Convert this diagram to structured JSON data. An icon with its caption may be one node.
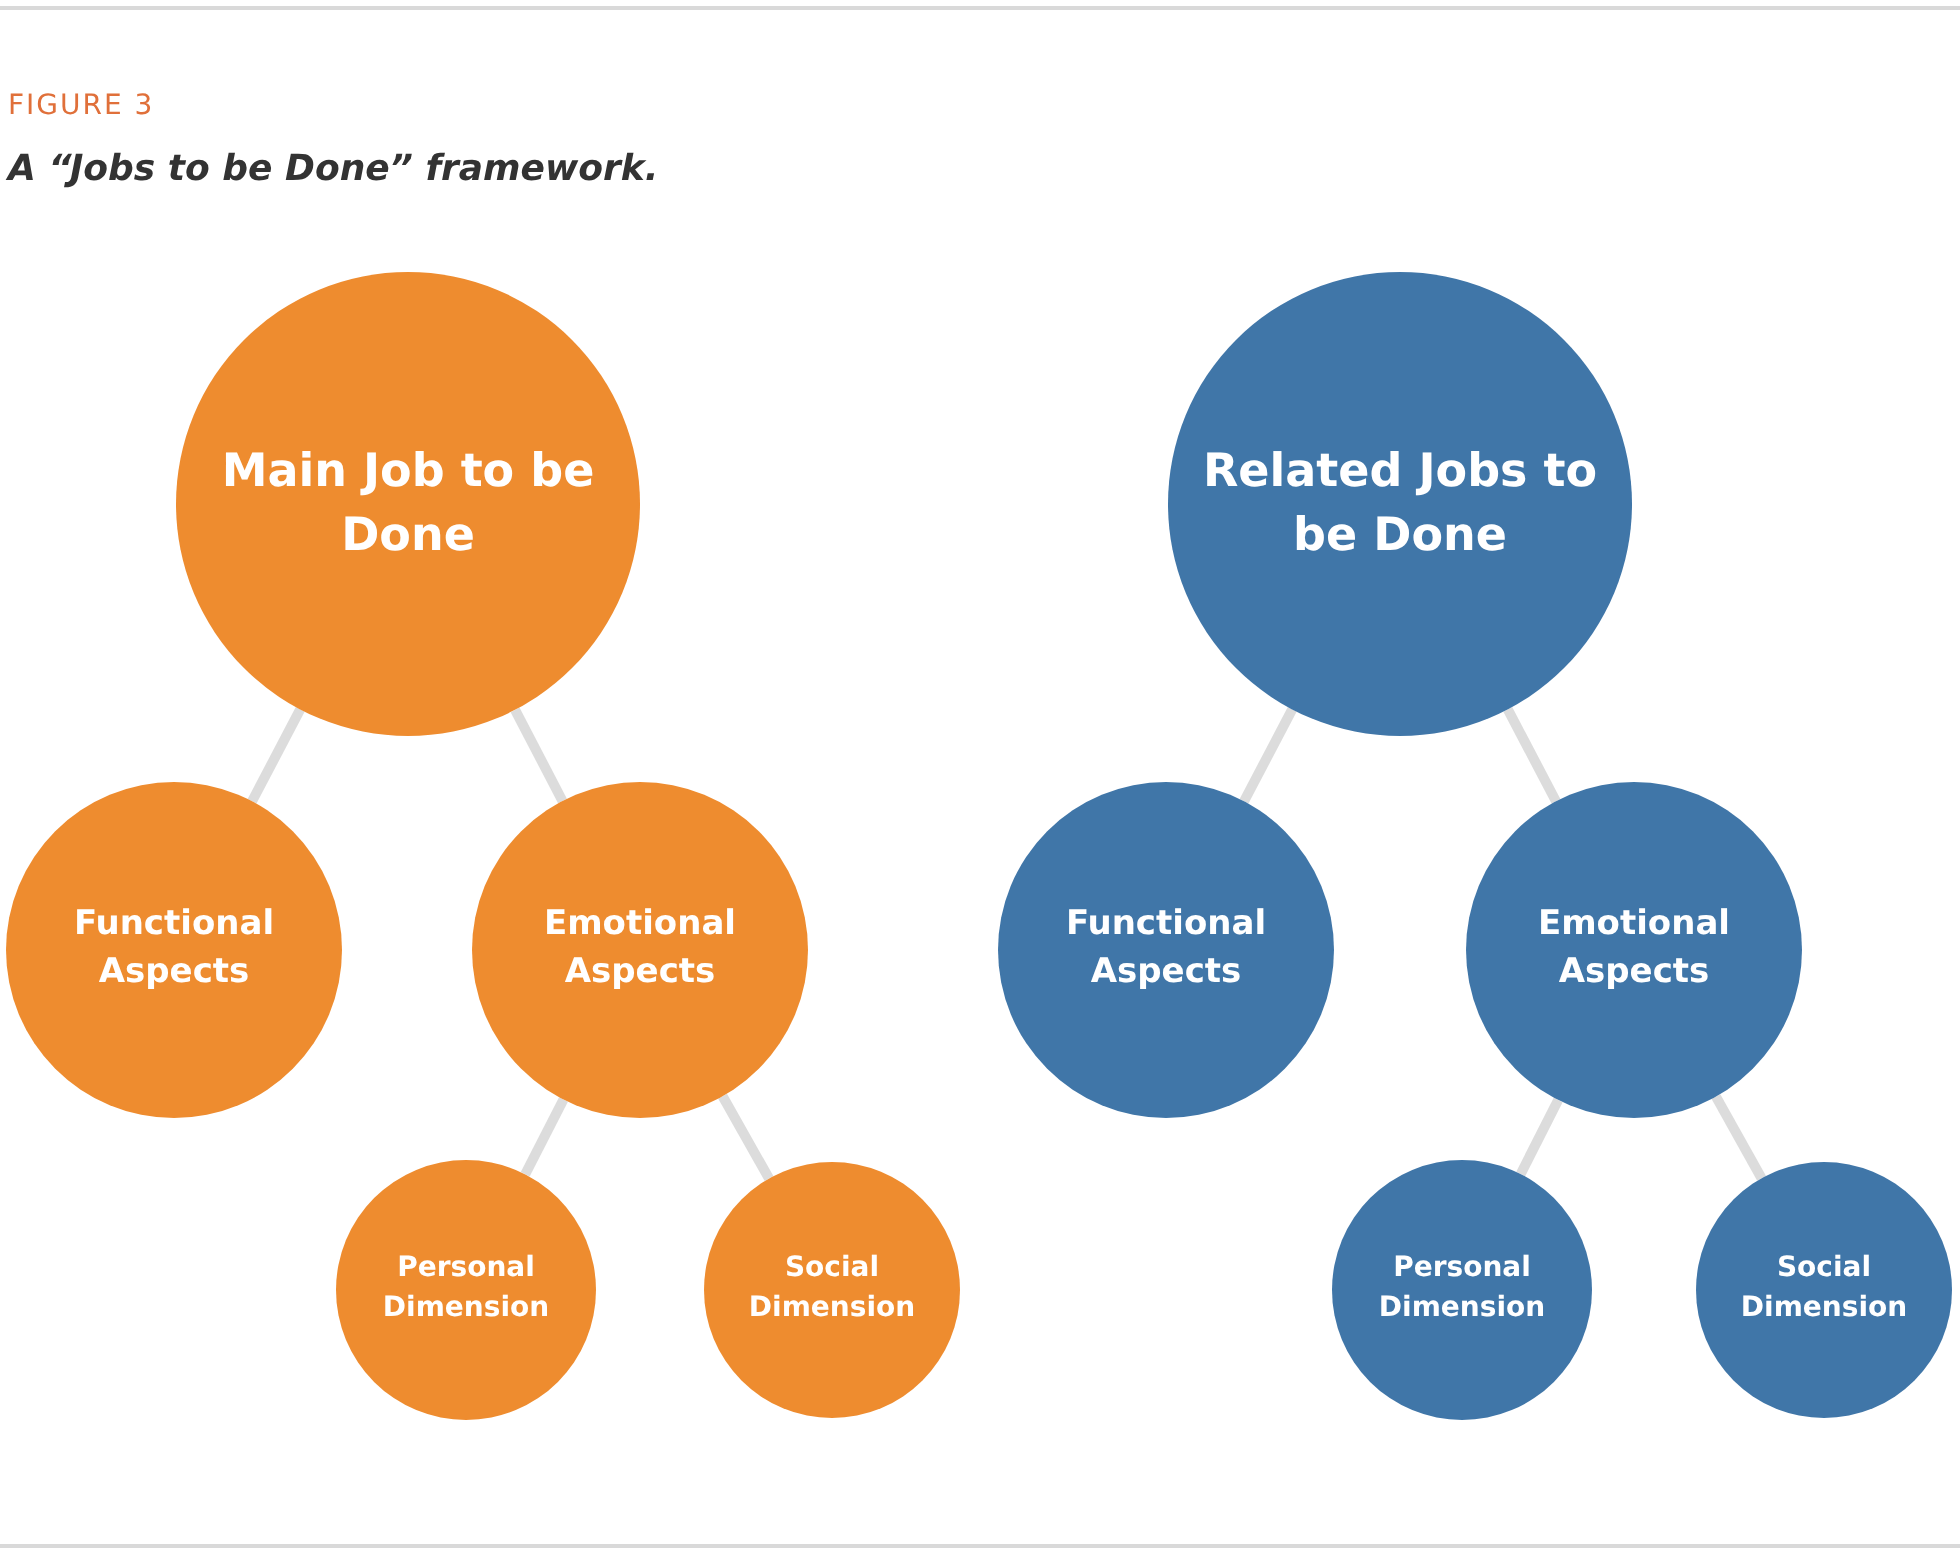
{
  "diagram": {
    "title": "A “Jobs to be Done” framework.",
    "nodes": [
      {
        "text": [
          "Main Job to be Done"
        ]
      },
      {
        "text": [
          "Functional Aspects"
        ]
      },
      {
        "text": [
          "Emotional Aspects"
        ]
      },
      {
        "text": [
          "Personal Dimension"
        ]
      },
      {
        "text": [
          "Social Dimension"
        ]
      },
      {
        "text": [
          "Related Jobs to be Done"
        ]
      },
      {
        "text": [
          "Functional Aspects"
        ]
      },
      {
        "text": [
          "Emotional Aspects"
        ]
      },
      {
        "text": [
          "Personal Dimension"
        ]
      },
      {
        "text": [
          "Social Dimension"
        ]
      }
    ],
    "edges": [
      {
        "from": 0,
        "to": 1,
        "arrow": "none"
      },
      {
        "from": 0,
        "to": 2,
        "arrow": "none"
      },
      {
        "from": 2,
        "to": 3,
        "arrow": "none"
      },
      {
        "from": 2,
        "to": 4,
        "arrow": "none"
      },
      {
        "from": 5,
        "to": 6,
        "arrow": "none"
      },
      {
        "from": 5,
        "to": 7,
        "arrow": "none"
      },
      {
        "from": 7,
        "to": 8,
        "arrow": "none"
      },
      {
        "from": 7,
        "to": 9,
        "arrow": "none"
      }
    ],
    "labels": [
      "FIGURE 3"
    ]
  }
}
